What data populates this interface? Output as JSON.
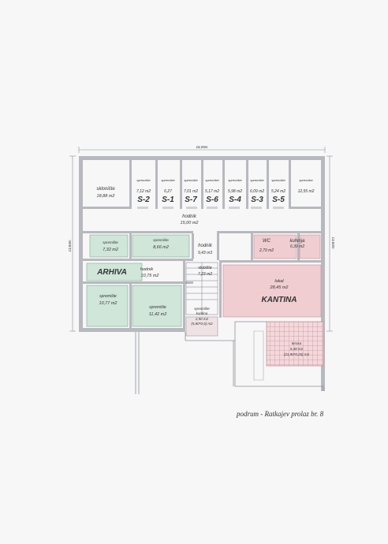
{
  "dimensions": {
    "top_width": "16,05m",
    "left_height": "13,84m",
    "right_height": "13,84m"
  },
  "storage_labels": {
    "s2": "S-2",
    "s1": "S-1",
    "s7": "S-7",
    "s6": "S-6",
    "s4": "S-4",
    "s3": "S-3",
    "s5": "S-5"
  },
  "rooms": {
    "skloniste": {
      "name": "sklonište",
      "area": "18,88 m2"
    },
    "sp_s2": {
      "name": "spremište",
      "area": "7,12 m2"
    },
    "sp_s1": {
      "name": "spremište",
      "area": "6,27"
    },
    "sp_s7": {
      "name": "spremište",
      "area": "7,01 m2"
    },
    "sp_s6": {
      "name": "spremište",
      "area": "5,17 m2"
    },
    "sp_s4": {
      "name": "spremište",
      "area": "5,98 m2"
    },
    "sp_s3": {
      "name": "spremište",
      "area": "6,09 m2"
    },
    "sp_s5": {
      "name": "spremište",
      "area": "5,24 m2"
    },
    "sp_right": {
      "name": "spremište",
      "area": "12,55 m2"
    },
    "hodnik_top": {
      "name": "hodnik",
      "area": "15,00 m2"
    },
    "sp_a": {
      "name": "spremište",
      "area": "7,32 m2"
    },
    "sp_b": {
      "name": "spremište",
      "area": "8,66 m2"
    },
    "hodnik_mid": {
      "name": "hodnik",
      "area": "9,43 m3"
    },
    "wc": {
      "name": "WC",
      "area": "2,79 m2"
    },
    "kuhinja": {
      "name": "kuhinja",
      "area": "6,39 m2"
    },
    "arhiva": {
      "name": "ARHIVA"
    },
    "hodnik_left": {
      "name": "hodnik",
      "area": "10,75 m2"
    },
    "stubiste": {
      "name": "stubište",
      "area": "7,23 m2"
    },
    "lokal": {
      "name": "lokal",
      "area": "28,45 m2"
    },
    "kantina": {
      "name": "KANTINA"
    },
    "sp_c": {
      "name": "spremište",
      "area": "10,77 m2"
    },
    "sp_d": {
      "name": "spremište",
      "area": "11,42 m2"
    },
    "sp_kantina": {
      "name": "spremište",
      "sub": "kantina",
      "area": "2,90 m2",
      "calc": "(5,80*0,5) m2"
    },
    "terasa": {
      "name": "terasa",
      "area": "5,48 m2",
      "calc": "(21,90*0,25) m2"
    }
  },
  "caption": "podrum - Ratkajev prolaz br. 8",
  "colors": {
    "wall": "#b7b9bf",
    "green": "#cfe6d9",
    "pink": "#efcdd1",
    "pink_hatch": "#d9909a",
    "line": "#8c8f96"
  }
}
